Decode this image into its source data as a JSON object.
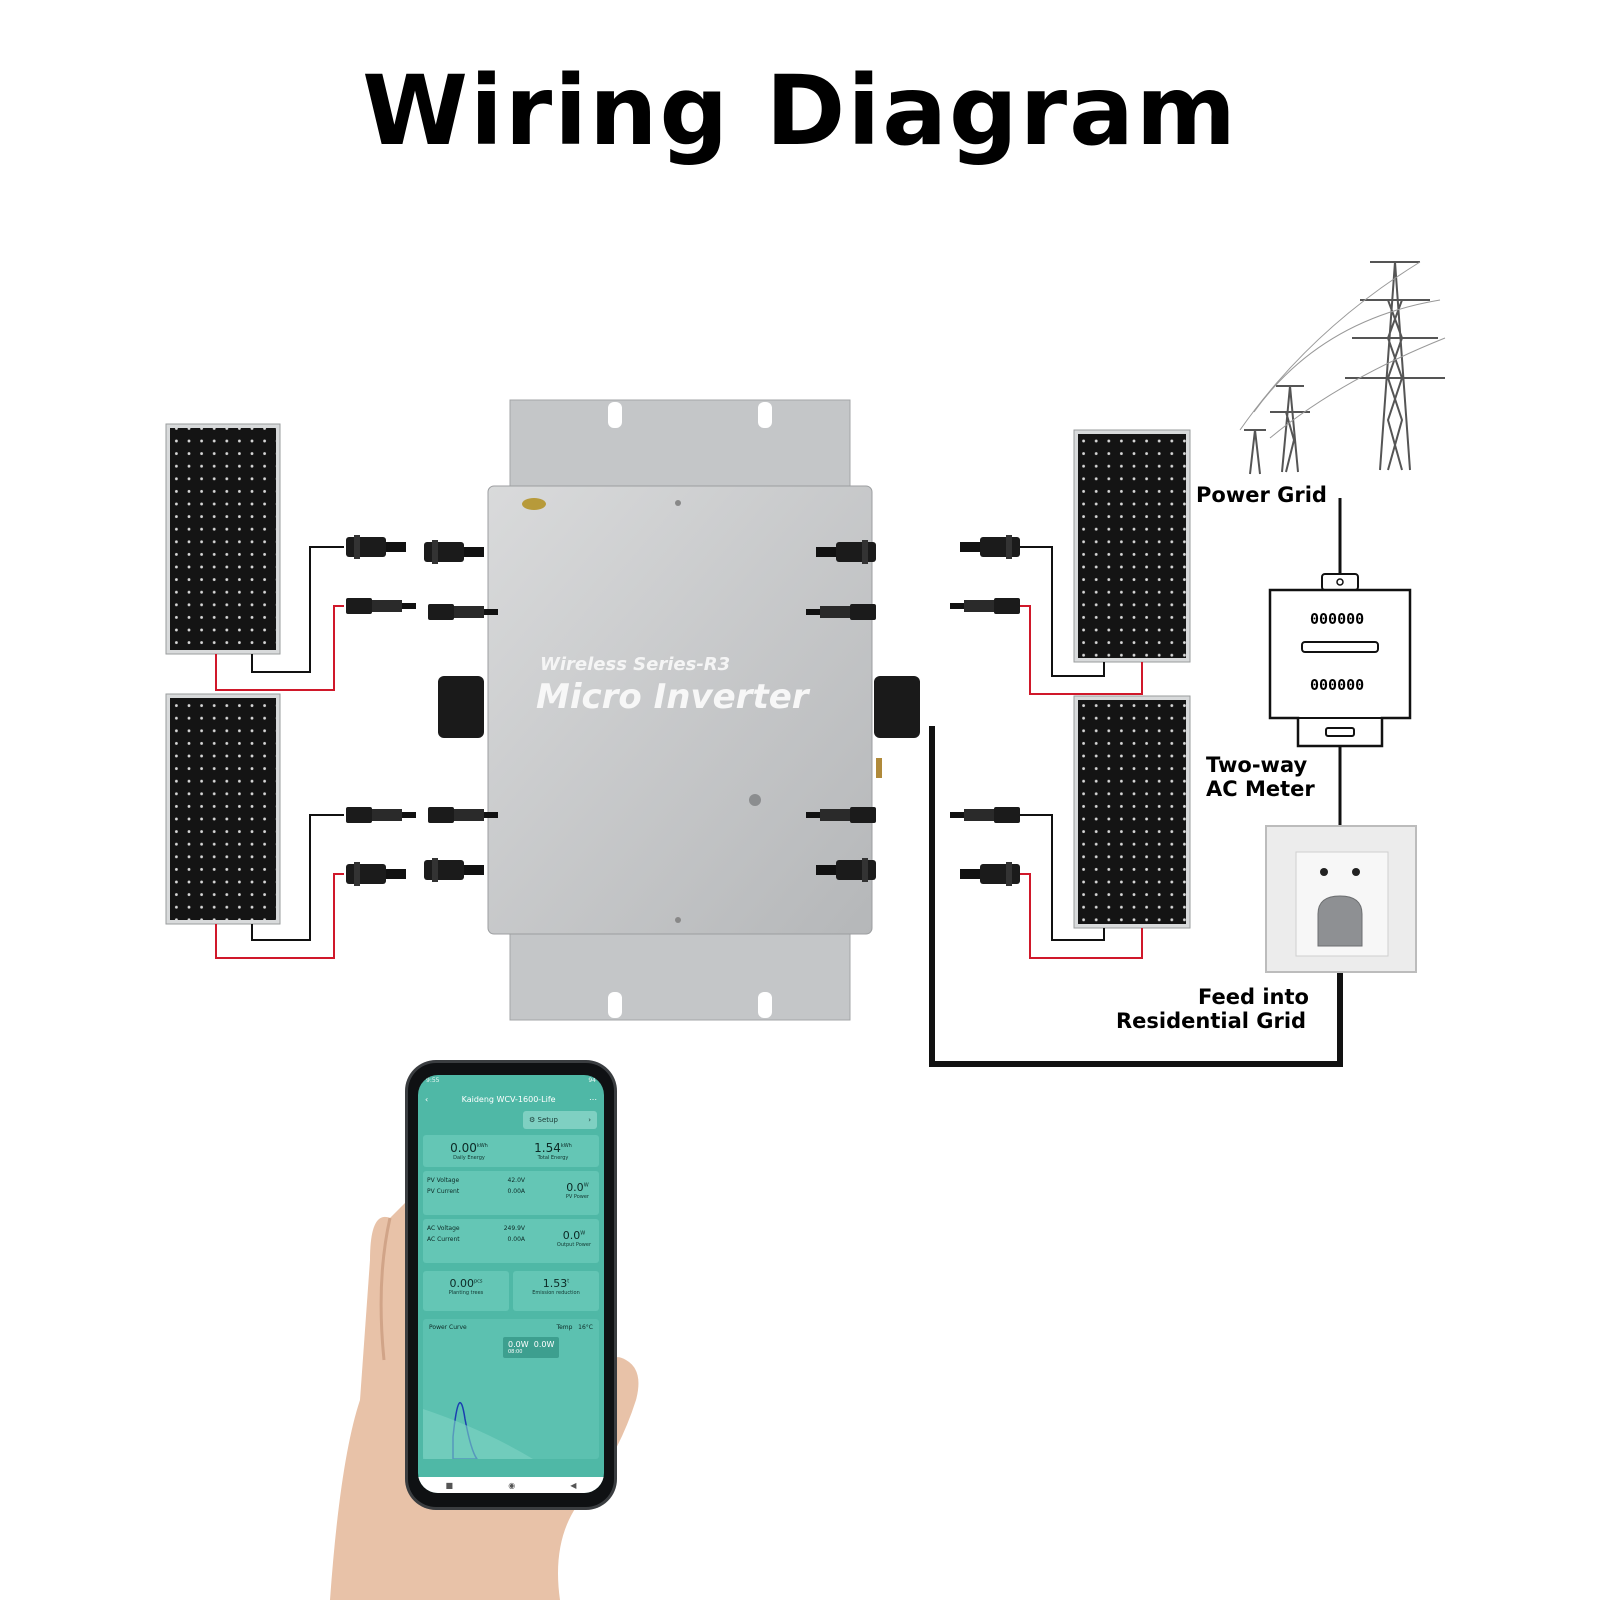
{
  "title": "Wiring Diagram",
  "labels": {
    "power_grid": "Power Grid",
    "meter_line1": "Two-way",
    "meter_line2": "AC Meter",
    "feed_line1": "Feed into",
    "feed_line2": "Residential Grid"
  },
  "inverter": {
    "series": "Wireless Series-R3",
    "name": "Micro Inverter"
  },
  "meter_display": {
    "top": "000000",
    "bottom": "000000"
  },
  "phone": {
    "status_time": "9:55",
    "status_battery": "94",
    "app_title": "Kaideng WCV-1600-Life",
    "setup_label": "Setup",
    "daily_energy_value": "0.00",
    "daily_energy_unit": "kWh",
    "daily_energy_label": "Daily Energy",
    "total_energy_value": "1.54",
    "total_energy_unit": "kWh",
    "total_energy_label": "Total Energy",
    "pv_voltage_label": "PV Voltage",
    "pv_voltage_value": "42.0V",
    "pv_current_label": "PV Current",
    "pv_current_value": "0.00A",
    "pv_power_value": "0.0",
    "pv_power_unit": "W",
    "pv_power_label": "PV Power",
    "ac_voltage_label": "AC Voltage",
    "ac_voltage_value": "249.9V",
    "ac_current_label": "AC Current",
    "ac_current_value": "0.00A",
    "output_power_value": "0.0",
    "output_power_unit": "W",
    "output_power_label": "Output Power",
    "trees_value": "0.00",
    "trees_unit": "pcs",
    "trees_label": "Planting trees",
    "emission_value": "1.53",
    "emission_unit": "t",
    "emission_label": "Emission reduction",
    "curve_label": "Power Curve",
    "temp_label": "Temp",
    "temp_value": "16°C",
    "tooltip_a": "0.0",
    "tooltip_b": "0.0",
    "tooltip_unit": "W",
    "tooltip_time": "08:00"
  },
  "colors": {
    "wire_black": "#111111",
    "wire_red": "#d0182a",
    "panel": "#111111",
    "inverter": "#c9cacb",
    "app_teal": "#4fb8a6"
  }
}
